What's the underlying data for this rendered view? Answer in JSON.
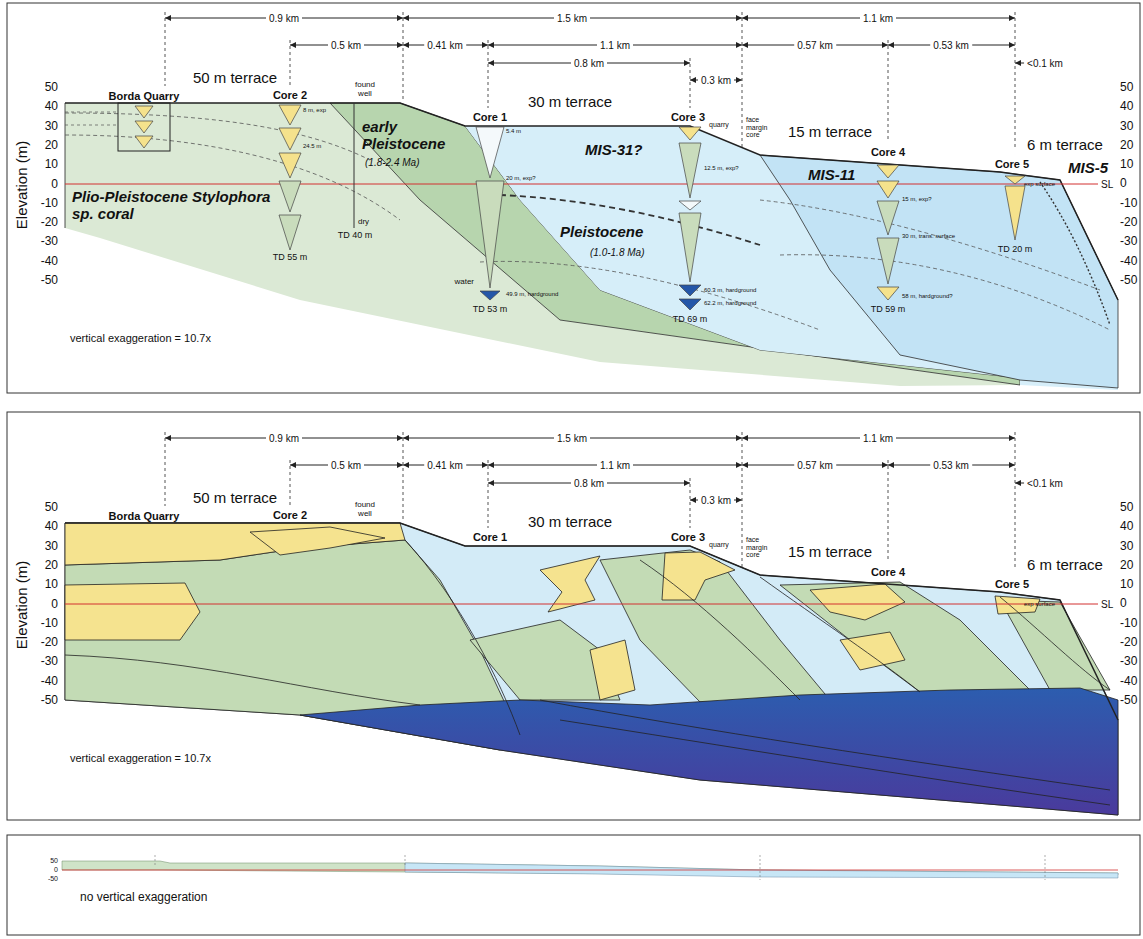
{
  "diagram": {
    "labels": [
      "0.9 km",
      "1.5 km",
      "1.1 km",
      "0.5 km",
      "0.41 km",
      "1.1 km",
      "0.8 km",
      "0.3 km",
      "0.57 km",
      "0.53 km",
      "<0.1 km",
      "50 m terrace",
      "30 m terrace",
      "15 m terrace",
      "6 m terrace",
      "Borda Quarry",
      "Core 2",
      "found well",
      "Core 1",
      "Core 3",
      "Core 4",
      "Core 5",
      "Plio-Pleistocene Stylophora sp. coral",
      "early Pleistocene",
      "(1.8-2.4 Ma)",
      "MIS-31?",
      "Pleistocene",
      "(1.0-1.8 Ma)",
      "MIS-11",
      "MIS-5",
      "Elevation (m)",
      "50",
      "40",
      "30",
      "20",
      "10",
      "0",
      "-10",
      "-20",
      "-30",
      "-40",
      "-50",
      "50",
      "40",
      "30",
      "20",
      "10",
      "SL",
      "0",
      "-10",
      "-20",
      "-30",
      "-40",
      "-50",
      "vertical exaggeration = 10.7x",
      "TD 55 m",
      "TD 40 m",
      "TD 53 m",
      "TD 69 m",
      "TD 59 m",
      "TD 20 m",
      "dry",
      "water",
      "quarry",
      "face margin core",
      "exp surface",
      "8 m, exp",
      "24.5 m",
      "5.4 m",
      "20 m, exp?",
      "49.9 m, hardground",
      "12.5 m, exp?",
      "60.3 m, hardground",
      "62.2 m, hardground",
      "15 m, exp?",
      "30 m, trans. surface",
      "58 m, hardground?",
      "0.9 km",
      "1.5 km",
      "1.1 km",
      "0.5 km",
      "0.41 km",
      "1.1 km",
      "0.8 km",
      "0.3 km",
      "0.57 km",
      "0.53 km",
      "<0.1 km",
      "50 m terrace",
      "30 m terrace",
      "15 m terrace",
      "6 m terrace",
      "Borda Quarry",
      "Core 2",
      "found well",
      "Core 1",
      "Core 3",
      "Core 4",
      "Core 5",
      "quarry",
      "face margin core",
      "exp surface",
      "Elevation (m)",
      "50",
      "40",
      "30",
      "20",
      "10",
      "0",
      "-10",
      "-20",
      "-30",
      "-40",
      "-50",
      "50",
      "40",
      "30",
      "20",
      "10",
      "SL",
      "0",
      "-10",
      "-20",
      "-30",
      "-40",
      "-50",
      "vertical exaggeration = 10.7x",
      "50",
      "0",
      "-50",
      "no vertical exaggeration"
    ]
  }
}
